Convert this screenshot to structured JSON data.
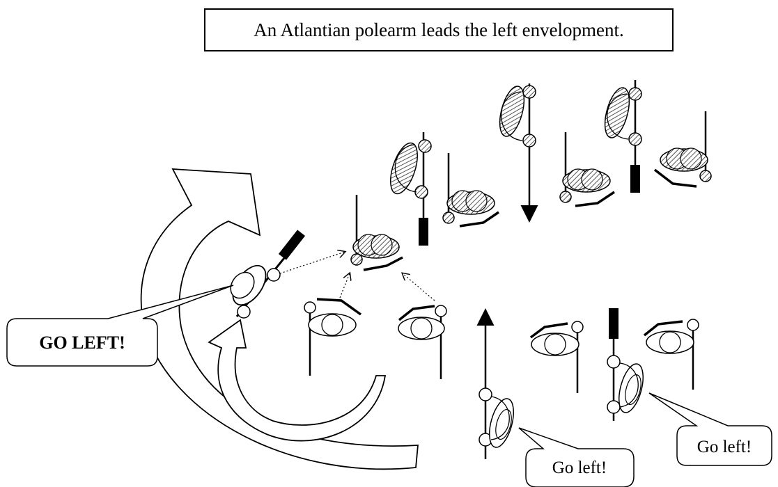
{
  "title": "An Atlantian polearm leads the left envelopment.",
  "callouts": {
    "leader": "GO LEFT!",
    "bottom_middle": "Go left!",
    "bottom_right": "Go left!"
  },
  "colors": {
    "ink": "#000000",
    "paper": "#ffffff",
    "hatch": "#555555"
  }
}
